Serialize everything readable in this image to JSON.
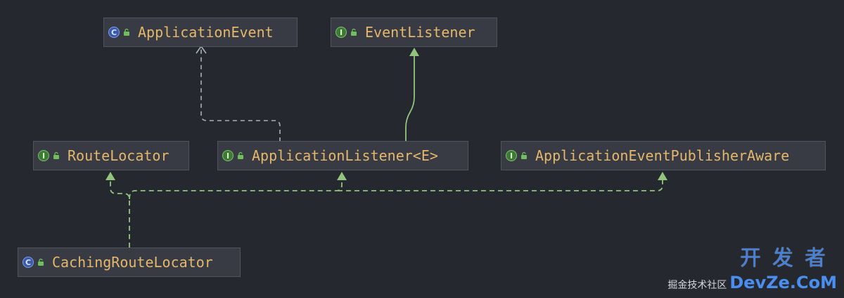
{
  "colors": {
    "background": "#262830",
    "node_fill": "#383b44",
    "node_border": "#50545e",
    "label": "#e5b76b",
    "edge_implements": "#93c47d",
    "edge_extends": "#aab0b8"
  },
  "nodes": {
    "application_event": {
      "label": "ApplicationEvent",
      "kind": "C"
    },
    "event_listener": {
      "label": "EventListener",
      "kind": "I"
    },
    "route_locator": {
      "label": "RouteLocator",
      "kind": "I"
    },
    "application_listener": {
      "label": "ApplicationListener<E>",
      "kind": "I"
    },
    "publisher_aware": {
      "label": "ApplicationEventPublisherAware",
      "kind": "I"
    },
    "caching_route_locator": {
      "label": "CachingRouteLocator",
      "kind": "C"
    }
  },
  "edges": [
    {
      "from": "application_listener",
      "to": "application_event",
      "style": "dashed"
    },
    {
      "from": "application_listener",
      "to": "event_listener",
      "style": "solid"
    },
    {
      "from": "caching_route_locator",
      "to": "route_locator",
      "style": "dashed"
    },
    {
      "from": "caching_route_locator",
      "to": "application_listener",
      "style": "dashed"
    },
    {
      "from": "caching_route_locator",
      "to": "publisher_aware",
      "style": "dashed"
    }
  ],
  "watermark": {
    "line1": "开发者",
    "line2_prefix": "掘金技术社区",
    "line2_brand": "DevZe.CoM"
  }
}
